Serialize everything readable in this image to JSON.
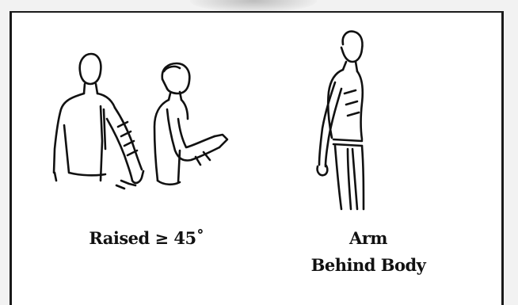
{
  "captions": {
    "left": "Raised ≥ 45˚",
    "right_line1": "Arm",
    "right_line2": "Behind Body"
  },
  "colors": {
    "ink": "#111111",
    "background": "#ffffff",
    "outer": "#f2f2f2"
  },
  "icons": [
    "figure-back-view-icon",
    "figure-side-view-raised-icon",
    "figure-side-view-arm-behind-icon"
  ]
}
